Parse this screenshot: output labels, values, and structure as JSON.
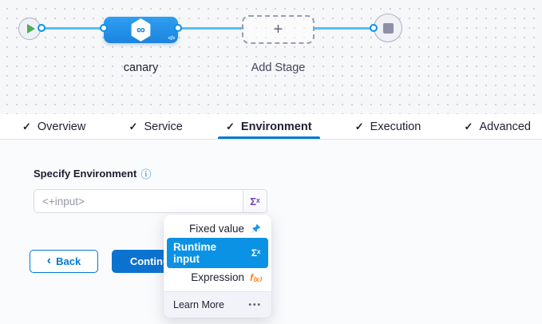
{
  "pipeline": {
    "stage_name": "canary",
    "add_stage_label": "Add Stage"
  },
  "tabs": {
    "items": [
      {
        "label": "Overview"
      },
      {
        "label": "Service"
      },
      {
        "label": "Environment"
      },
      {
        "label": "Execution"
      },
      {
        "label": "Advanced"
      }
    ],
    "active": "Environment"
  },
  "form": {
    "label": "Specify Environment",
    "input_value": "<+input>"
  },
  "actions": {
    "back_label": "Back",
    "continue_label": "Continue"
  },
  "menu": {
    "items": [
      {
        "label": "Fixed value",
        "icon": "pin-icon"
      },
      {
        "label": "Runtime input",
        "icon": "sigma-icon",
        "selected": true
      },
      {
        "label": "Expression",
        "icon": "fx-icon"
      }
    ],
    "footer_label": "Learn More",
    "footer_more": "•••"
  },
  "icons": {
    "check": "✓",
    "plus": "+",
    "info": "ⓘ",
    "sigma": "Σˣ",
    "fx": "f₍ₓ₎",
    "chevron_left": "‹",
    "code": "</>",
    "stage": "∞"
  },
  "colors": {
    "accent_blue": "#0278d5",
    "highlight_blue": "#0b92e4",
    "node_blue": "#2492ec",
    "line_blue": "#53c0f6",
    "expression_orange": "#ff7d1f",
    "sigma_purple": "#6f42c1",
    "play_green": "#4cae4f"
  }
}
